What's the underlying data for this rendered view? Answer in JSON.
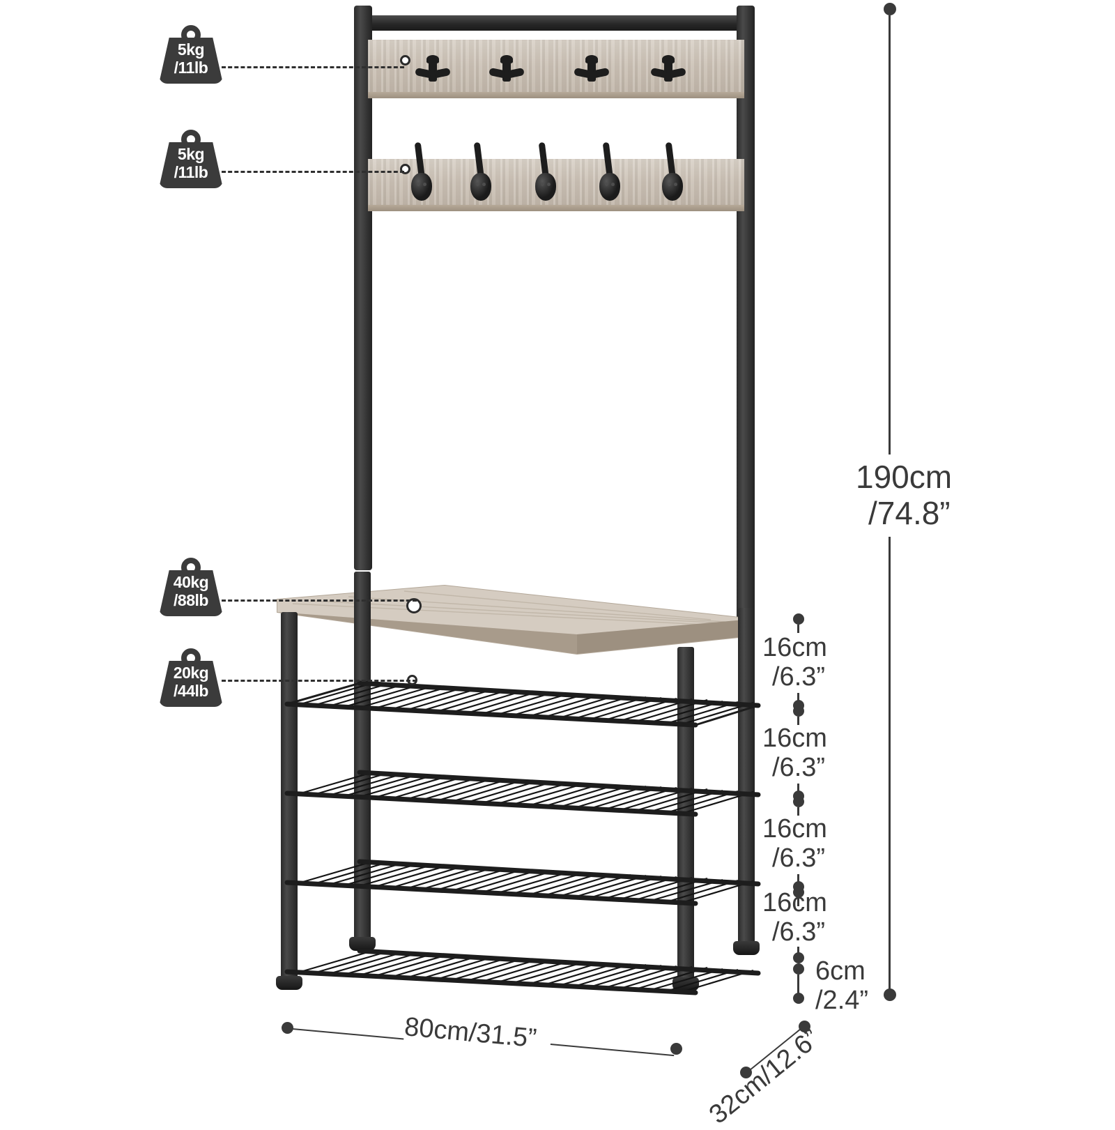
{
  "product": {
    "type": "hall-tree-coat-rack-shoe-bench",
    "material_wood": "#cbc1b5",
    "material_metal": "#262626"
  },
  "capacity_badges": [
    {
      "name": "top-hook-rail-capacity",
      "kg": "5kg",
      "lb": "/11lb"
    },
    {
      "name": "lower-hook-rail-capacity",
      "kg": "5kg",
      "lb": "/11lb"
    },
    {
      "name": "bench-top-capacity",
      "kg": "40kg",
      "lb": "/88lb"
    },
    {
      "name": "mesh-shelf-capacity",
      "kg": "20kg",
      "lb": "/44lb"
    }
  ],
  "dimensions": {
    "total_height": {
      "cm": "190cm",
      "inch": "/74.8”"
    },
    "width": "80cm/31.5”",
    "depth": "32cm/12.6”",
    "shelf_gaps": [
      {
        "cm": "16cm",
        "inch": "/6.3”"
      },
      {
        "cm": "16cm",
        "inch": "/6.3”"
      },
      {
        "cm": "16cm",
        "inch": "/6.3”"
      },
      {
        "cm": "16cm",
        "inch": "/6.3”"
      }
    ],
    "floor_clearance": {
      "cm": "6cm",
      "inch": "/2.4”"
    }
  },
  "hardware": {
    "top_rail_hooks": 4,
    "lower_rail_hooks": 5,
    "mesh_shelves": 4
  }
}
